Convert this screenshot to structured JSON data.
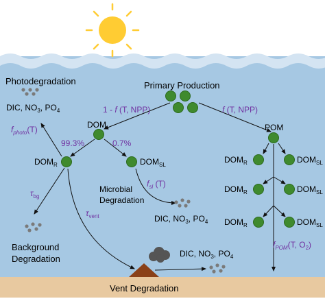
{
  "labels": {
    "primary_production": "Primary Production",
    "photodegradation": "Photodegradation",
    "dic_top": "DIC, NO",
    "dic_top_sub1": "3",
    "dic_top_mid": ", PO",
    "dic_top_sub2": "4",
    "dom": "DOM",
    "pom": "POM",
    "dom_r": "DOM",
    "sub_r": "R",
    "dom_sl": "DOM",
    "sub_sl": "SL",
    "pct_r": "99.3%",
    "pct_sl": "0.7%",
    "f_prefix": "1 - ",
    "f_letter": "f",
    "f_args": " (T, NPP)",
    "f_right_args": " (T, NPP)",
    "f_photo_letter": "f",
    "f_photo_sub": "photo",
    "f_photo_args": "(T)",
    "f_sl_letter": "f",
    "f_sl_sub": "sl",
    "f_sl_args": " (T)",
    "tau": "τ",
    "tau_bg_sub": "bg",
    "tau_vent_sub": "vent",
    "microbial": "Microbial",
    "degradation": "Degradation",
    "dic_mid": "DIC, NO",
    "dic_mid_sub1": "3",
    "dic_mid_mid": ", PO",
    "dic_mid_sub2": "4",
    "background": "Background",
    "background_deg": "Degradation",
    "dic_vent": "DIC, NO",
    "dic_vent_sub1": "3",
    "dic_vent_mid": ", PO",
    "dic_vent_sub2": "4",
    "f_pom_letter": "f",
    "f_pom_sub": "POM",
    "f_pom_args": "(T, O",
    "f_pom_o_sub": "2",
    "f_pom_close": ")",
    "vent_degradation": "Vent Degradation"
  },
  "colors": {
    "sky": "#ffffff",
    "water": "#a6c8e3",
    "wave": "#d4e4f2",
    "seafloor": "#e8c9a0",
    "sun": "#ffcc33",
    "node": "#3f8a2e",
    "node_stroke": "#2c6a1e",
    "particle": "#7a7a7a",
    "vent": "#8a4018",
    "smoke": "#555555",
    "purple": "#7030a0"
  }
}
